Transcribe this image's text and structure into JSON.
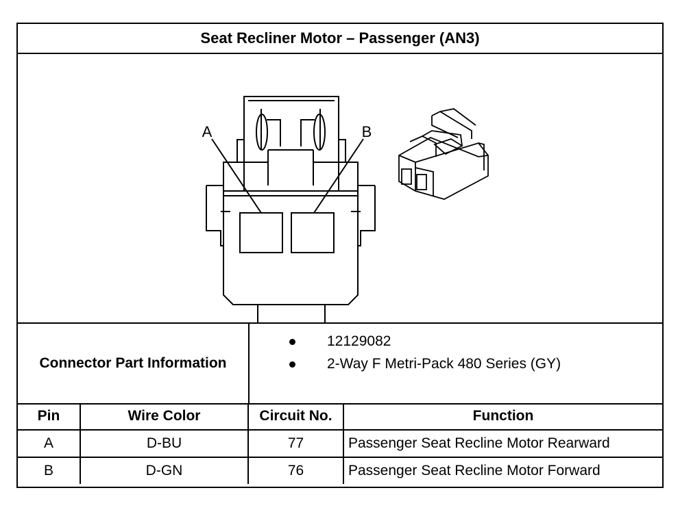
{
  "title": "Seat Recliner Motor – Passenger (AN3)",
  "diagram": {
    "pin_labels": [
      "A",
      "B"
    ]
  },
  "connector_info": {
    "label": "Connector Part Information",
    "items": [
      "12129082",
      "2-Way F Metri-Pack 480 Series (GY)"
    ]
  },
  "pin_table": {
    "headers": [
      "Pin",
      "Wire Color",
      "Circuit No.",
      "Function"
    ],
    "rows": [
      {
        "pin": "A",
        "wire_color": "D-BU",
        "circuit": "77",
        "function": "Passenger Seat Recline Motor Rearward"
      },
      {
        "pin": "B",
        "wire_color": "D-GN",
        "circuit": "76",
        "function": "Passenger Seat Recline Motor Forward"
      }
    ]
  }
}
